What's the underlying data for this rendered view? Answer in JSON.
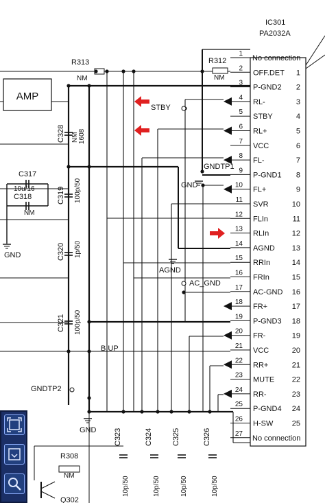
{
  "ic": {
    "ref": "IC301",
    "part": "PA2032A",
    "pins": [
      {
        "num": "1",
        "name": "No connection"
      },
      {
        "num": "2",
        "name": "OFF.DET"
      },
      {
        "num": "3",
        "name": "P-GND2"
      },
      {
        "num": "4",
        "name": "RL-"
      },
      {
        "num": "5",
        "name": "STBY"
      },
      {
        "num": "6",
        "name": "RL+"
      },
      {
        "num": "7",
        "name": "VCC"
      },
      {
        "num": "8",
        "name": "FL-"
      },
      {
        "num": "9",
        "name": "P-GND1"
      },
      {
        "num": "10",
        "name": "FL+"
      },
      {
        "num": "11",
        "name": "SVR"
      },
      {
        "num": "12",
        "name": "FLIn"
      },
      {
        "num": "13",
        "name": "RLIn"
      },
      {
        "num": "14",
        "name": "AGND"
      },
      {
        "num": "15",
        "name": "RRIn"
      },
      {
        "num": "16",
        "name": "FRIn"
      },
      {
        "num": "17",
        "name": "AC-GND"
      },
      {
        "num": "18",
        "name": "FR+"
      },
      {
        "num": "19",
        "name": "P-GND3"
      },
      {
        "num": "20",
        "name": "FR-"
      },
      {
        "num": "21",
        "name": "VCC"
      },
      {
        "num": "22",
        "name": "RR+"
      },
      {
        "num": "23",
        "name": "MUTE"
      },
      {
        "num": "24",
        "name": "RR-"
      },
      {
        "num": "25",
        "name": "P-GND4"
      },
      {
        "num": "26",
        "name": "H-SW"
      },
      {
        "num": "27",
        "name": "No connection"
      }
    ],
    "inner_numbers": [
      "1",
      "2",
      "3",
      "4",
      "5",
      "6",
      "7",
      "8",
      "9",
      "10",
      "11",
      "12",
      "13",
      "14",
      "15",
      "16",
      "17",
      "18",
      "19",
      "20",
      "21",
      "22",
      "23",
      "24",
      "25"
    ]
  },
  "block": {
    "label": "AMP"
  },
  "components": {
    "r313": {
      "ref": "R313",
      "value": "NM"
    },
    "r312": {
      "ref": "R312",
      "value": "NM"
    },
    "c328": {
      "ref": "C328",
      "value": "NM",
      "package": "1608"
    },
    "c317": {
      "ref": "C317",
      "value": "10u/16"
    },
    "c318": {
      "ref": "C318",
      "value": "NM"
    },
    "c319": {
      "ref": "C319",
      "value": "100p/50"
    },
    "c320": {
      "ref": "C320",
      "value": "1p/50"
    },
    "c321": {
      "ref": "C321",
      "value": "100p/50"
    },
    "c323": {
      "ref": "C323",
      "value": "10p/50"
    },
    "c324": {
      "ref": "C324",
      "value": "10p/50"
    },
    "c325": {
      "ref": "C325",
      "value": "10p/50"
    },
    "c326": {
      "ref": "C326",
      "value": "10p/50"
    },
    "r308": {
      "ref": "R308",
      "value": "NM"
    },
    "q302": {
      "ref": "Q302"
    }
  },
  "nets": {
    "stby": "STBY",
    "gndtp1": "GNDTP1",
    "gnd_mid": "GND",
    "gnd_left": "GND",
    "agnd": "AGND",
    "ac_gnd": "AC_GND",
    "bup": "B.UP",
    "gndtp2": "GNDTP2",
    "gnd_bottom": "GND"
  },
  "colors": {
    "arrow": "#e02020",
    "toolbar": "#1b2f66"
  },
  "toolbar": {
    "icons": [
      "fit-screen-icon",
      "fullscreen-icon",
      "zoom-icon"
    ]
  }
}
